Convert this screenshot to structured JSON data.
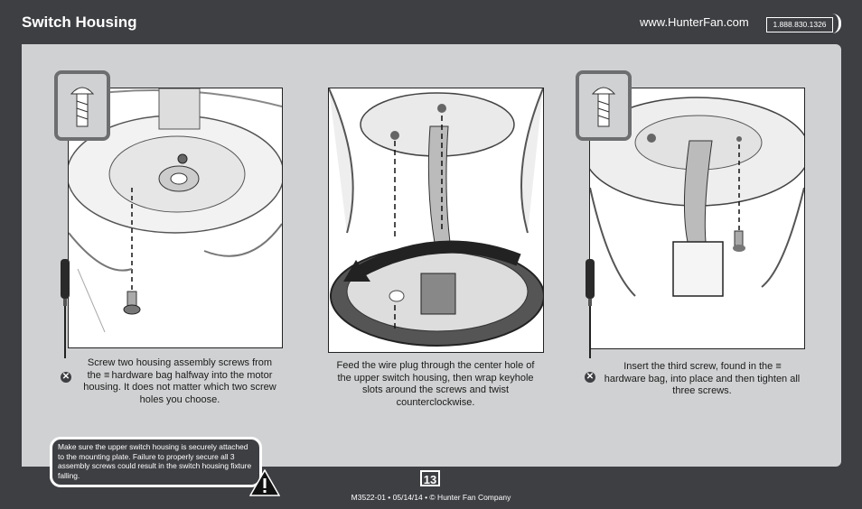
{
  "header": {
    "title": "Switch Housing",
    "url": "www.HunterFan.com",
    "phone": "1.888.830.1326"
  },
  "steps": [
    {
      "caption_before": "Screw two housing assembly screws from the",
      "hardware_symbol": "≡",
      "caption_after": "hardware bag halfway into the motor housing. It does not matter which two screw holes you choose."
    },
    {
      "caption": "Feed the wire plug through the center hole of the upper switch housing, then wrap keyhole slots around the screws and twist counterclockwise."
    },
    {
      "caption_before": "Insert the third screw, found in the",
      "hardware_symbol": "≡",
      "caption_after": "hardware bag, into place and then tighten all three screws."
    }
  ],
  "warning": {
    "text": "Make sure the upper switch housing is securely attached to the mounting plate. Failure to properly secure all 3 assembly screws could result in the switch housing fixture falling."
  },
  "footer": {
    "page_number": "13",
    "doc_info": "M3522-01 • 05/14/14 • © Hunter Fan Company"
  },
  "colors": {
    "background": "#3e3f43",
    "panel": "#d0d1d2",
    "accent_gray": "#6d6e70"
  }
}
